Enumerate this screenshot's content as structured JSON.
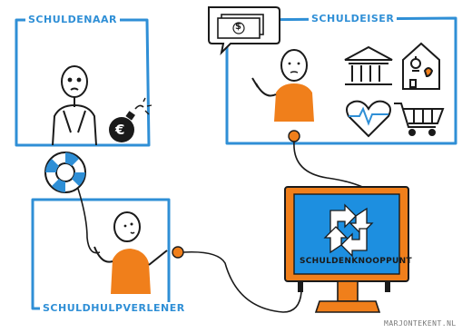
{
  "panels": {
    "debtor": {
      "title": "SCHULDENAAR"
    },
    "creditor": {
      "title": "SCHULDEISER"
    },
    "counselor": {
      "title": "SCHULDHULPVERLENER"
    }
  },
  "monitor": {
    "label": "SCHULDENKNOOPPUNT"
  },
  "credit": {
    "text": "MARJONTEKENT.NL"
  },
  "icons": {
    "euro_symbol": "€",
    "bill_symbol": "$"
  },
  "colors": {
    "frame_blue": "#2f8fd6",
    "orange": "#f07f1b",
    "screen_blue": "#1d8fe0",
    "ink": "#1a1a1a"
  }
}
